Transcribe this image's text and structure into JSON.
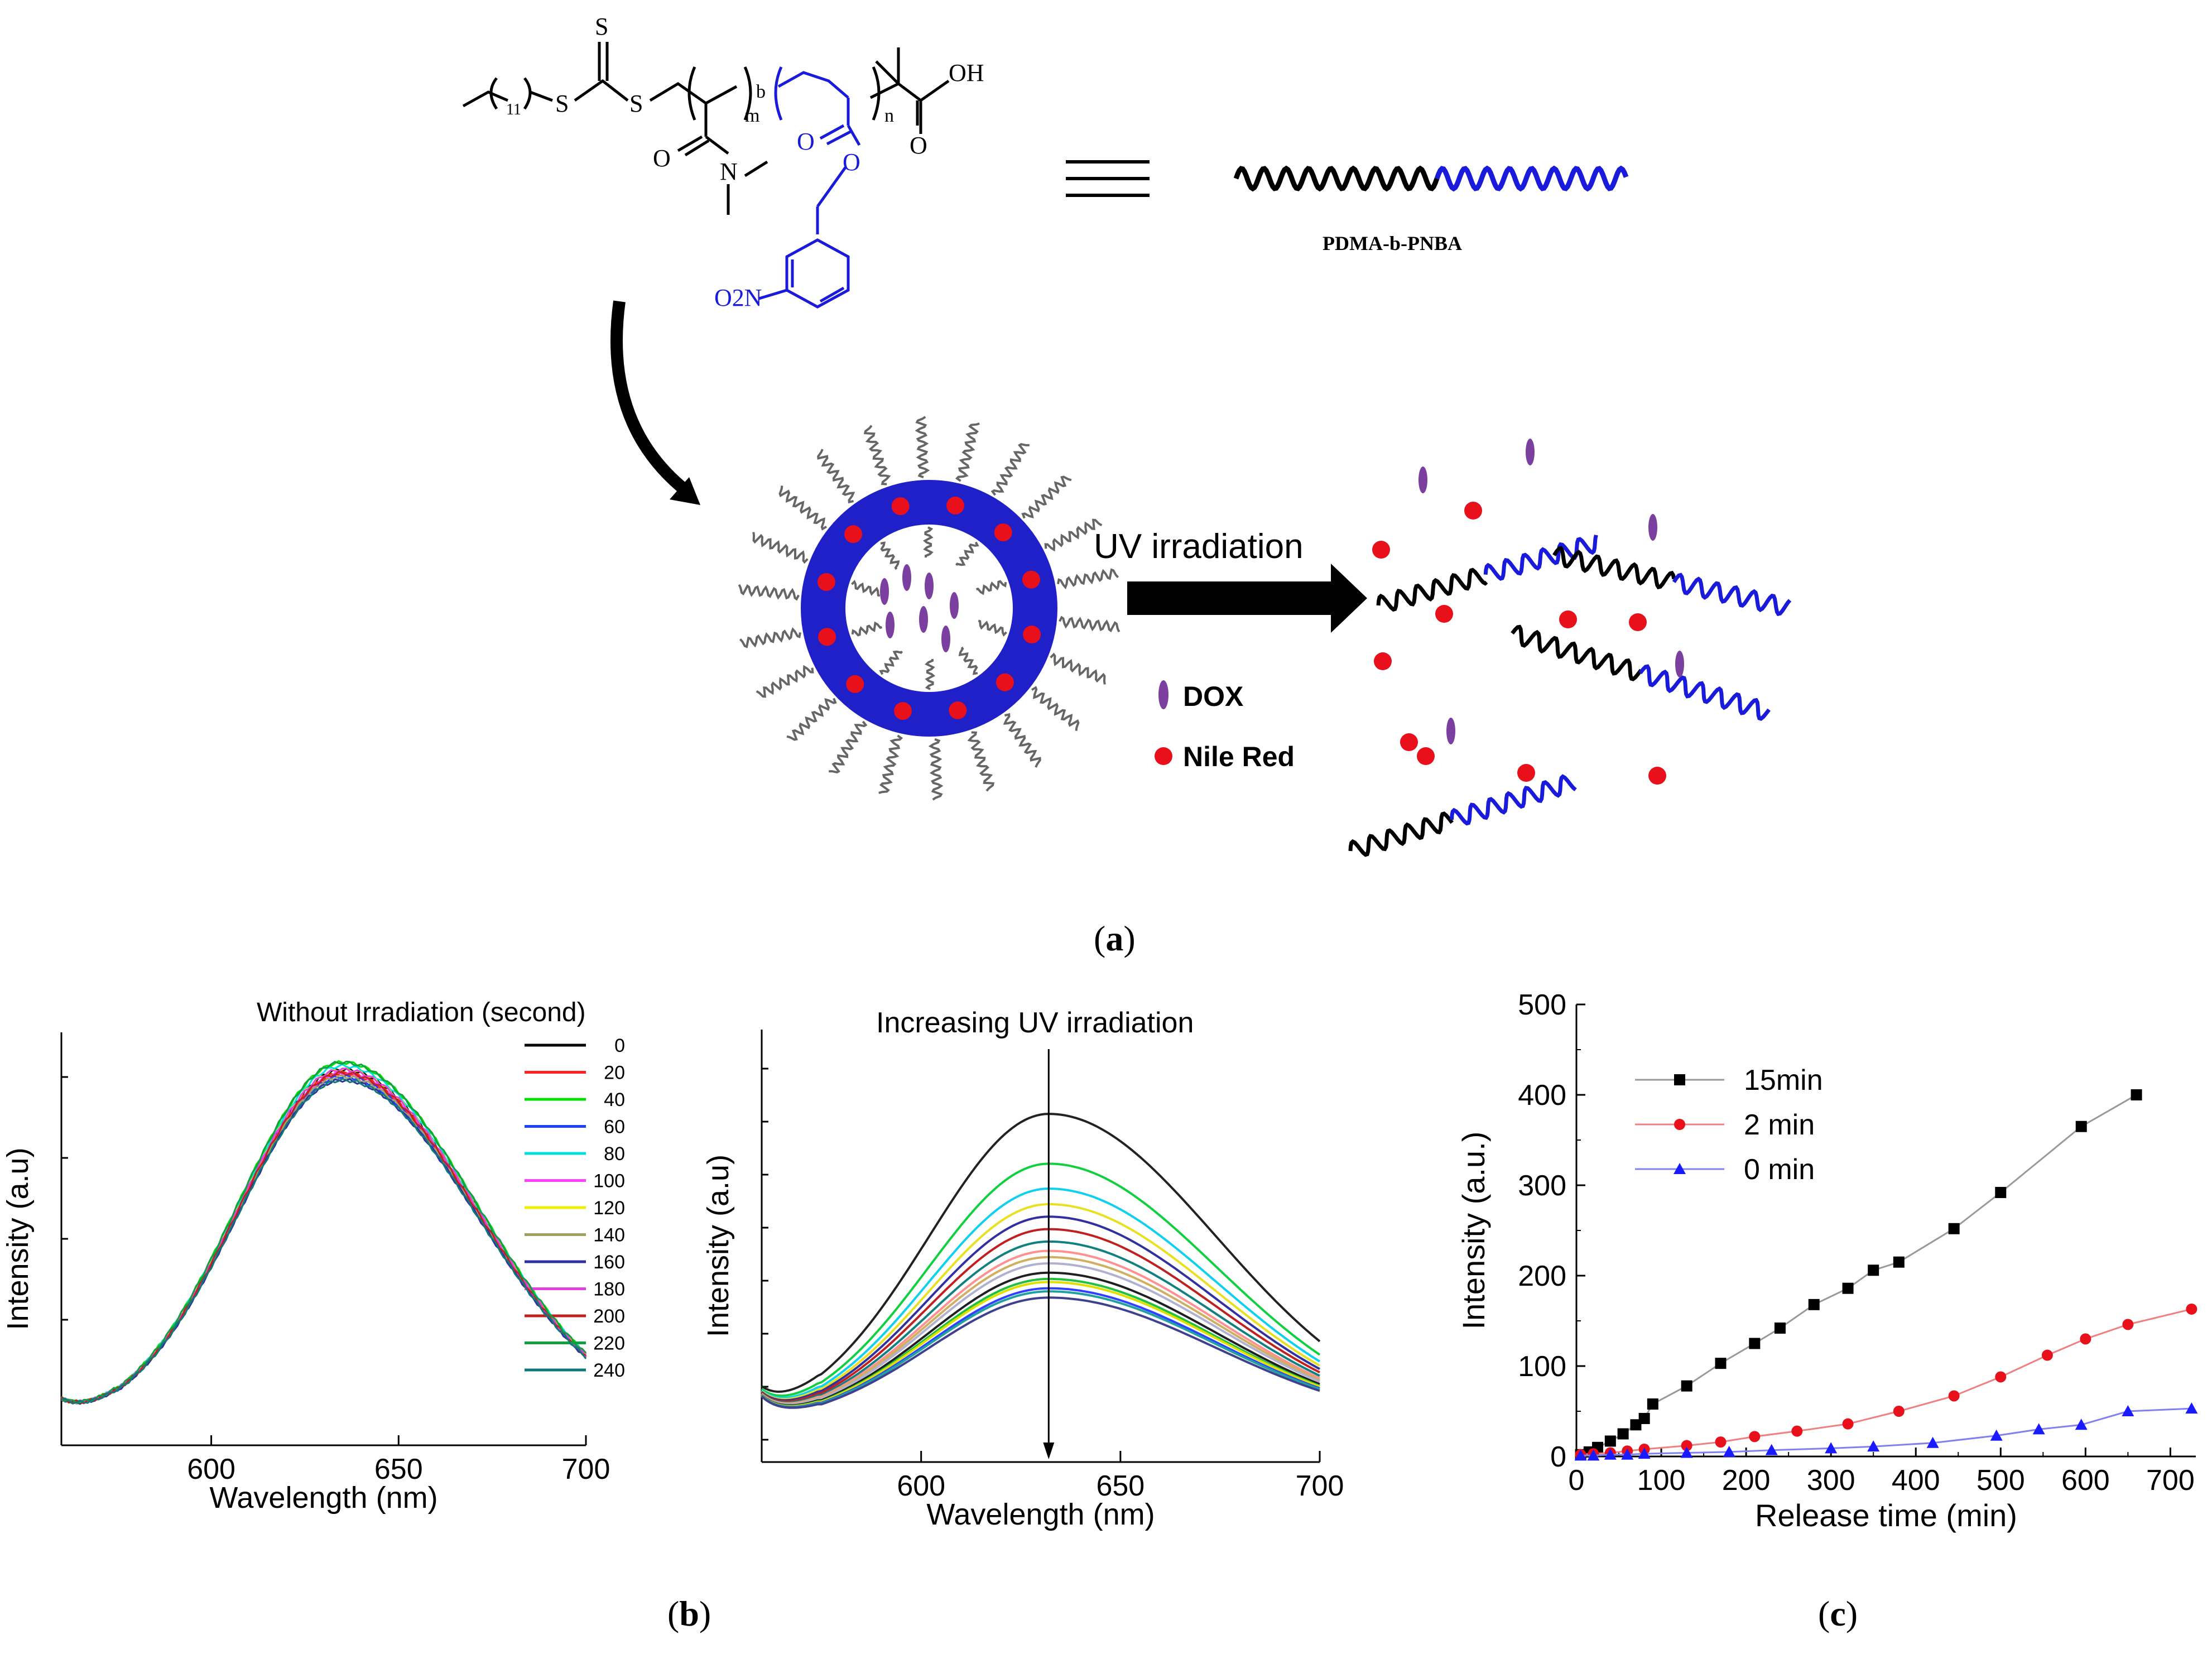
{
  "panel_a": {
    "label": "a",
    "copolymer_name": "PDMA-b-PNBA",
    "chem": {
      "S_top": "S",
      "S1": "S",
      "S2": "S",
      "sub11": "11",
      "m": "m",
      "b": "b",
      "n": "n",
      "O1": "O",
      "N": "N",
      "O2": "O",
      "O3": "O",
      "OH": "OH",
      "O4": "O",
      "O2N": "O2N"
    },
    "arrow_text": "UV irradiation",
    "legend": [
      {
        "name": "DOX",
        "color": "#7b3fa0",
        "shape": "ellipse"
      },
      {
        "name": "Nile Red",
        "color": "#e8101a",
        "shape": "dot"
      }
    ],
    "colors": {
      "block1": "#000000",
      "block2": "#1a1adb",
      "micelle_shell": "#2020c8"
    }
  },
  "panel_b": {
    "label": "b"
  },
  "panel_c": {
    "label": "c"
  },
  "chart_data": [
    {
      "type": "line",
      "title": "Without Irradiation  (second)",
      "xlabel": "Wavelength (nm)",
      "ylabel": "Intensity (a.u)",
      "xlim": [
        560,
        700
      ],
      "xticks": [
        600,
        650,
        700
      ],
      "series": [
        {
          "name": "0",
          "color": "#000000",
          "peak": 1.0
        },
        {
          "name": "20",
          "color": "#ff2020",
          "peak": 0.99
        },
        {
          "name": "40",
          "color": "#00e000",
          "peak": 1.02
        },
        {
          "name": "60",
          "color": "#2040ff",
          "peak": 0.98
        },
        {
          "name": "80",
          "color": "#00e0e0",
          "peak": 1.01
        },
        {
          "name": "100",
          "color": "#ff40ff",
          "peak": 0.99
        },
        {
          "name": "120",
          "color": "#f0f000",
          "peak": 1.0
        },
        {
          "name": "140",
          "color": "#a0a060",
          "peak": 0.98
        },
        {
          "name": "160",
          "color": "#3030a0",
          "peak": 0.97
        },
        {
          "name": "180",
          "color": "#e040e0",
          "peak": 1.0
        },
        {
          "name": "200",
          "color": "#c02020",
          "peak": 0.99
        },
        {
          "name": "220",
          "color": "#10a040",
          "peak": 1.02
        },
        {
          "name": "240",
          "color": "#107878",
          "peak": 0.97
        }
      ],
      "peak_nm": 635
    },
    {
      "type": "line",
      "title": "Increasing UV irradiation",
      "xlabel": "Wavelength (nm)",
      "ylabel": "Intensity (a.u)",
      "xlim": [
        560,
        700
      ],
      "xticks": [
        600,
        650,
        700
      ],
      "series_colors": [
        "#222222",
        "#10d040",
        "#10d0f0",
        "#e8e020",
        "#3030a0",
        "#c02020",
        "#108080",
        "#ff9090",
        "#d0b060",
        "#b0b0d0",
        "#202020",
        "#20c040",
        "#e0e000",
        "#3040ff",
        "#20a0a0",
        "#404090"
      ],
      "series_peaks": [
        1.0,
        0.84,
        0.76,
        0.71,
        0.67,
        0.63,
        0.59,
        0.56,
        0.54,
        0.52,
        0.49,
        0.47,
        0.46,
        0.44,
        0.43,
        0.41
      ],
      "peak_nm": 632
    },
    {
      "type": "line",
      "xlabel": "Release time (min)",
      "ylabel": "Intensity (a.u.)",
      "xlim": [
        0,
        730
      ],
      "ylim": [
        0,
        500
      ],
      "xticks": [
        0,
        100,
        200,
        300,
        400,
        500,
        600,
        700
      ],
      "yticks": [
        0,
        100,
        200,
        300,
        400,
        500
      ],
      "series": [
        {
          "name": "15min",
          "color": "#000000",
          "line_color": "#999999",
          "marker": "square",
          "x": [
            5,
            15,
            25,
            40,
            55,
            70,
            80,
            90,
            130,
            170,
            210,
            240,
            280,
            320,
            350,
            380,
            445,
            500,
            595,
            660
          ],
          "y": [
            2,
            5,
            10,
            17,
            25,
            35,
            42,
            58,
            78,
            103,
            125,
            142,
            168,
            186,
            206,
            215,
            252,
            292,
            365,
            400
          ]
        },
        {
          "name": "2 min",
          "color": "#e8101a",
          "line_color": "#f08080",
          "marker": "circle",
          "x": [
            5,
            20,
            40,
            60,
            80,
            130,
            170,
            210,
            260,
            320,
            380,
            445,
            500,
            555,
            600,
            650,
            725
          ],
          "y": [
            2,
            3,
            4,
            6,
            8,
            12,
            16,
            22,
            28,
            36,
            50,
            67,
            88,
            112,
            130,
            146,
            163
          ]
        },
        {
          "name": "0 min",
          "color": "#1a1aff",
          "line_color": "#8080f0",
          "marker": "triangle",
          "x": [
            5,
            20,
            40,
            60,
            80,
            130,
            180,
            230,
            300,
            350,
            420,
            495,
            545,
            595,
            650,
            725
          ],
          "y": [
            1,
            1,
            2,
            2,
            3,
            4,
            5,
            7,
            9,
            11,
            15,
            23,
            30,
            35,
            50,
            53
          ]
        }
      ]
    }
  ]
}
